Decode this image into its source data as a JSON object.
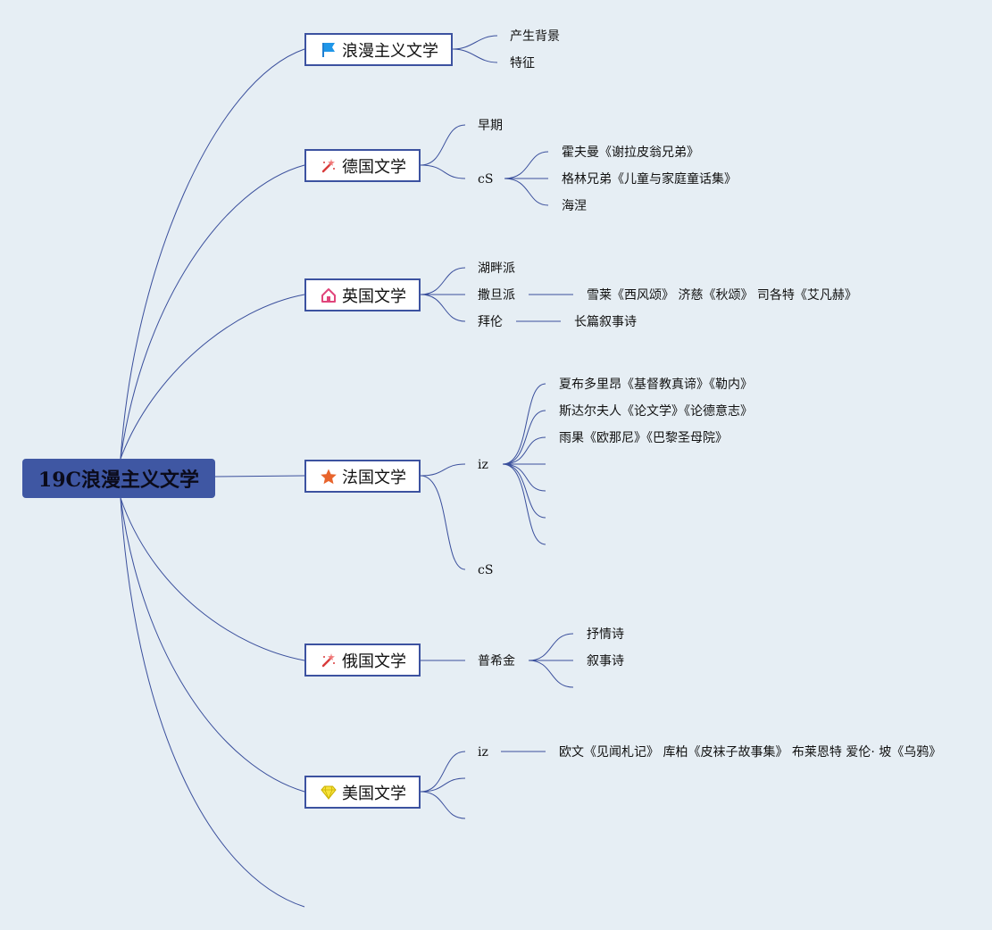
{
  "root": {
    "label": "19C浪漫主义文学"
  },
  "branches": {
    "b1": {
      "label": "浪漫主义文学",
      "icon": "blue-flag-icon"
    },
    "b2": {
      "label": "德国文学",
      "icon": "magic-wand-icon"
    },
    "b3": {
      "label": "英国文学",
      "icon": "house-icon"
    },
    "b4": {
      "label": "法国文学",
      "icon": "star-icon"
    },
    "b5": {
      "label": "俄国文学",
      "icon": "magic-wand-icon"
    },
    "b6": {
      "label": "美国文学",
      "icon": "diamond-icon"
    }
  },
  "leaves": {
    "bg": "产生背景",
    "feature": "特征",
    "de_early": "早期",
    "de_cs": "cS",
    "de_hoff": "霍夫曼《谢拉皮翁兄弟》",
    "de_grimm": "格林兄弟《儿童与家庭童话集》",
    "de_heine": "海涅",
    "en_lake": "湖畔派",
    "en_satan": "撒旦派",
    "en_satan_works": "雪莱《西风颂》 济慈《秋颂》 司各特《艾凡赫》",
    "en_byron": "拜伦",
    "en_byron_works": "长篇叙事诗",
    "fr_iz": "iz",
    "fr_chat": "夏布多里昂《基督教真谛》《勒内》",
    "fr_stael": "斯达尔夫人《论文学》《论德意志》",
    "fr_hugo": "雨果《欧那尼》《巴黎圣母院》",
    "fr_cs": "cS",
    "ru_push": "普希金",
    "ru_lyric": "抒情诗",
    "ru_narr": "叙事诗",
    "us_iz": "iz",
    "us_works": "欧文《见闻札记》 库柏《皮袜子故事集》 布莱恩特 爱伦· 坡《乌鸦》"
  }
}
